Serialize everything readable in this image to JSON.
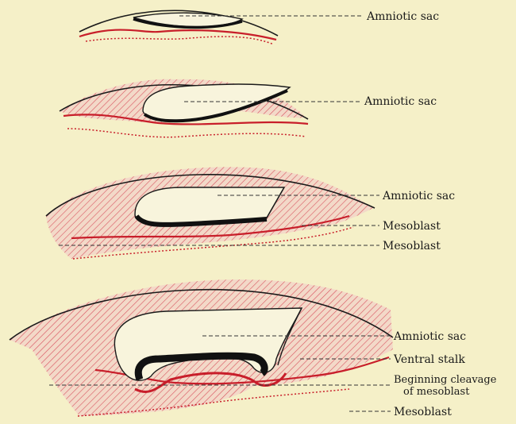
{
  "stage1": {
    "label_amnion": "Amniotic sac"
  },
  "stage2": {
    "label_amnion": "Amniotic sac"
  },
  "stage3": {
    "label_amnion": "Amniotic sac",
    "label_mesoblast_1": "Mesoblast",
    "label_mesoblast_2": "Mesoblast"
  },
  "stage4": {
    "label_amnion": "Amniotic sac",
    "label_stalk": "Ventral stalk",
    "label_cleavage_1": "Beginning cleavage",
    "label_cleavage_2": "of mesoblast",
    "label_mesoblast": "Mesoblast"
  },
  "colors": {
    "background": "#f5f0c8",
    "ectoderm": "#1a1a1a",
    "mesoblast_red": "#c81e2a",
    "hatch_pink": "#e8a0a0"
  }
}
